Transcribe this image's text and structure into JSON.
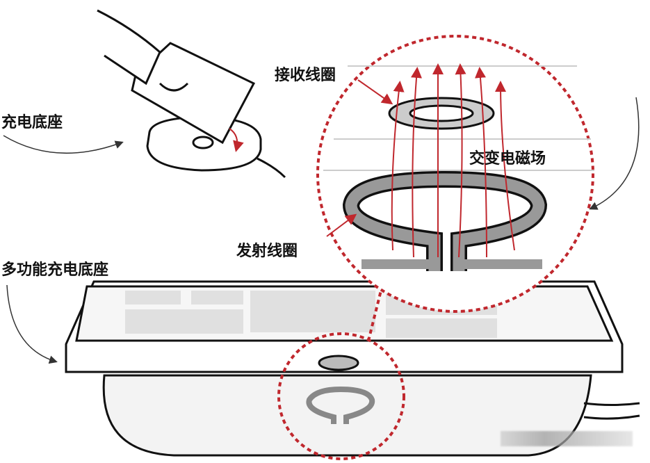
{
  "labels": {
    "charging_base": "充电底座",
    "receiver_coil": "接收线圈",
    "alternating_field": "交变电磁场",
    "transmitter_coil": "发射线圈",
    "multi_charging_base": "多功能充电底座"
  },
  "colors": {
    "accent": "#c0272d",
    "line": "#111111",
    "coil": "#8a8a8a"
  }
}
